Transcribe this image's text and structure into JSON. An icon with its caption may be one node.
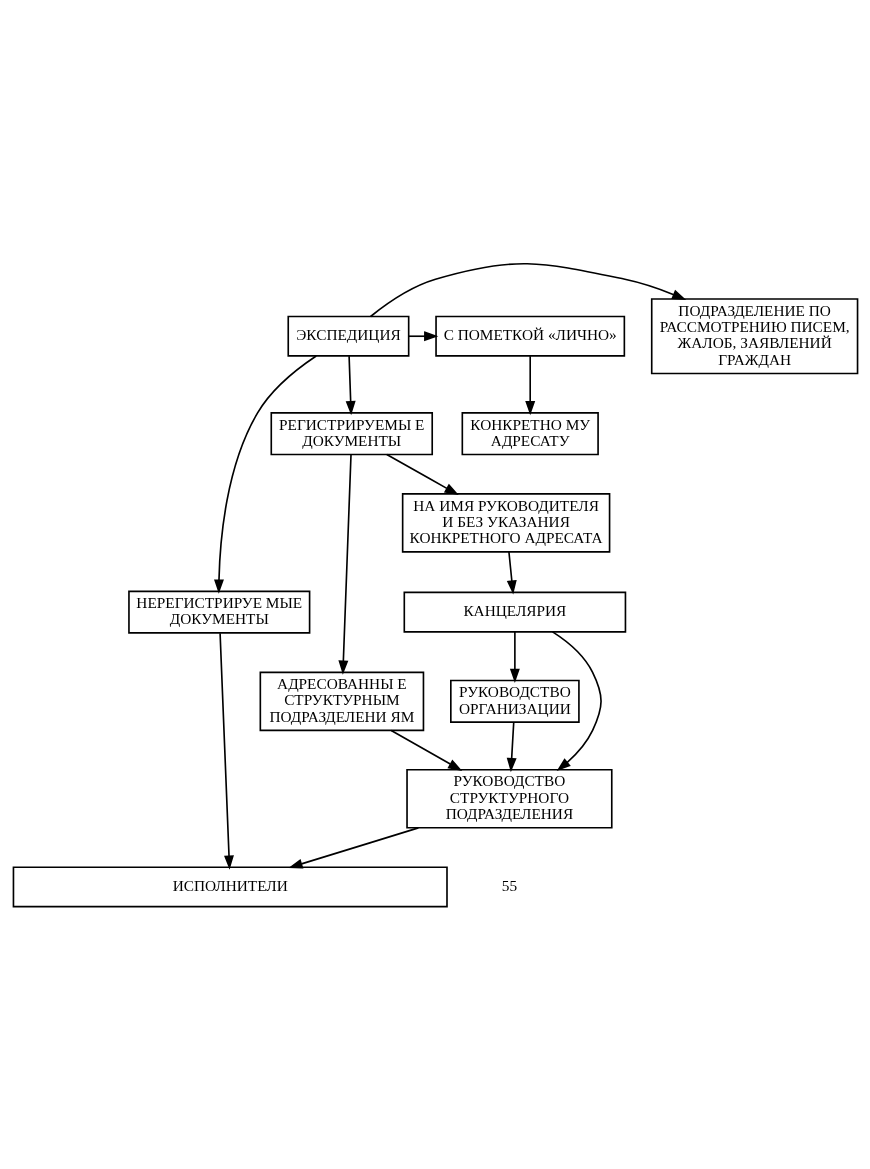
{
  "diagram": {
    "nodes": [
      {
        "text": [
          "ПОДРАЗДЕЛЕНИЕ ПО РАССМОТРЕНИЮ ПИСЕМ, ЖАЛОБ, ЗАЯВЛЕНИЙ ГРАЖДАН"
        ]
      },
      {
        "text": [
          "ЭКСПЕДИЦИЯ"
        ]
      },
      {
        "text": [
          "С ПОМЕТКОЙ «ЛИЧНО»"
        ]
      },
      {
        "text": [
          "КОНКРЕТНО МУ АДРЕСАТУ"
        ]
      },
      {
        "text": [
          "НЕРЕГИСТРИРУЕ МЫЕ ДОКУМЕНТЫ"
        ]
      },
      {
        "text": [
          "РЕГИСТРИРУЕМЫ Е ДОКУМЕНТЫ"
        ]
      },
      {
        "text": [
          "АДРЕСОВАННЫ Е СТРУКТУРНЫМ ПОДРАЗДЕЛЕНИ ЯМ"
        ]
      },
      {
        "text": [
          "НА ИМЯ РУКОВОДИТЕЛЯ И БЕЗ УКАЗАНИЯ КОНКРЕТНОГО АДРЕСАТА"
        ]
      },
      {
        "text": [
          "КАНЦЕЛЯРИЯ"
        ]
      },
      {
        "text": [
          "РУКОВОДСТВО ОРГАНИЗАЦИИ"
        ]
      },
      {
        "text": [
          "РУКОВОДСТВО СТРУКТУРНОГО ПОДРАЗДЕЛЕНИЯ"
        ]
      },
      {
        "text": [
          "ИСПОЛНИТЕЛИ"
        ]
      }
    ],
    "edges": [
      {
        "from": 1,
        "to": 2,
        "arrow": "to"
      },
      {
        "from": 1,
        "to": 0,
        "arrow": "to"
      },
      {
        "from": 1,
        "to": 4,
        "arrow": "to"
      },
      {
        "from": 1,
        "to": 5,
        "arrow": "to"
      },
      {
        "from": 2,
        "to": 3,
        "arrow": "to"
      },
      {
        "from": 5,
        "to": 6,
        "arrow": "to"
      },
      {
        "from": 5,
        "to": 7,
        "arrow": "to"
      },
      {
        "from": 7,
        "to": 8,
        "arrow": "to"
      },
      {
        "from": 6,
        "to": 10,
        "arrow": "to"
      },
      {
        "from": 8,
        "to": 10,
        "arrow": "to"
      },
      {
        "from": 8,
        "to": 9,
        "arrow": "to"
      },
      {
        "from": 9,
        "to": 10,
        "arrow": "to"
      },
      {
        "from": 4,
        "to": 11,
        "arrow": "to"
      },
      {
        "from": 10,
        "to": 11,
        "arrow": "to"
      }
    ],
    "labels": [
      "55"
    ]
  }
}
